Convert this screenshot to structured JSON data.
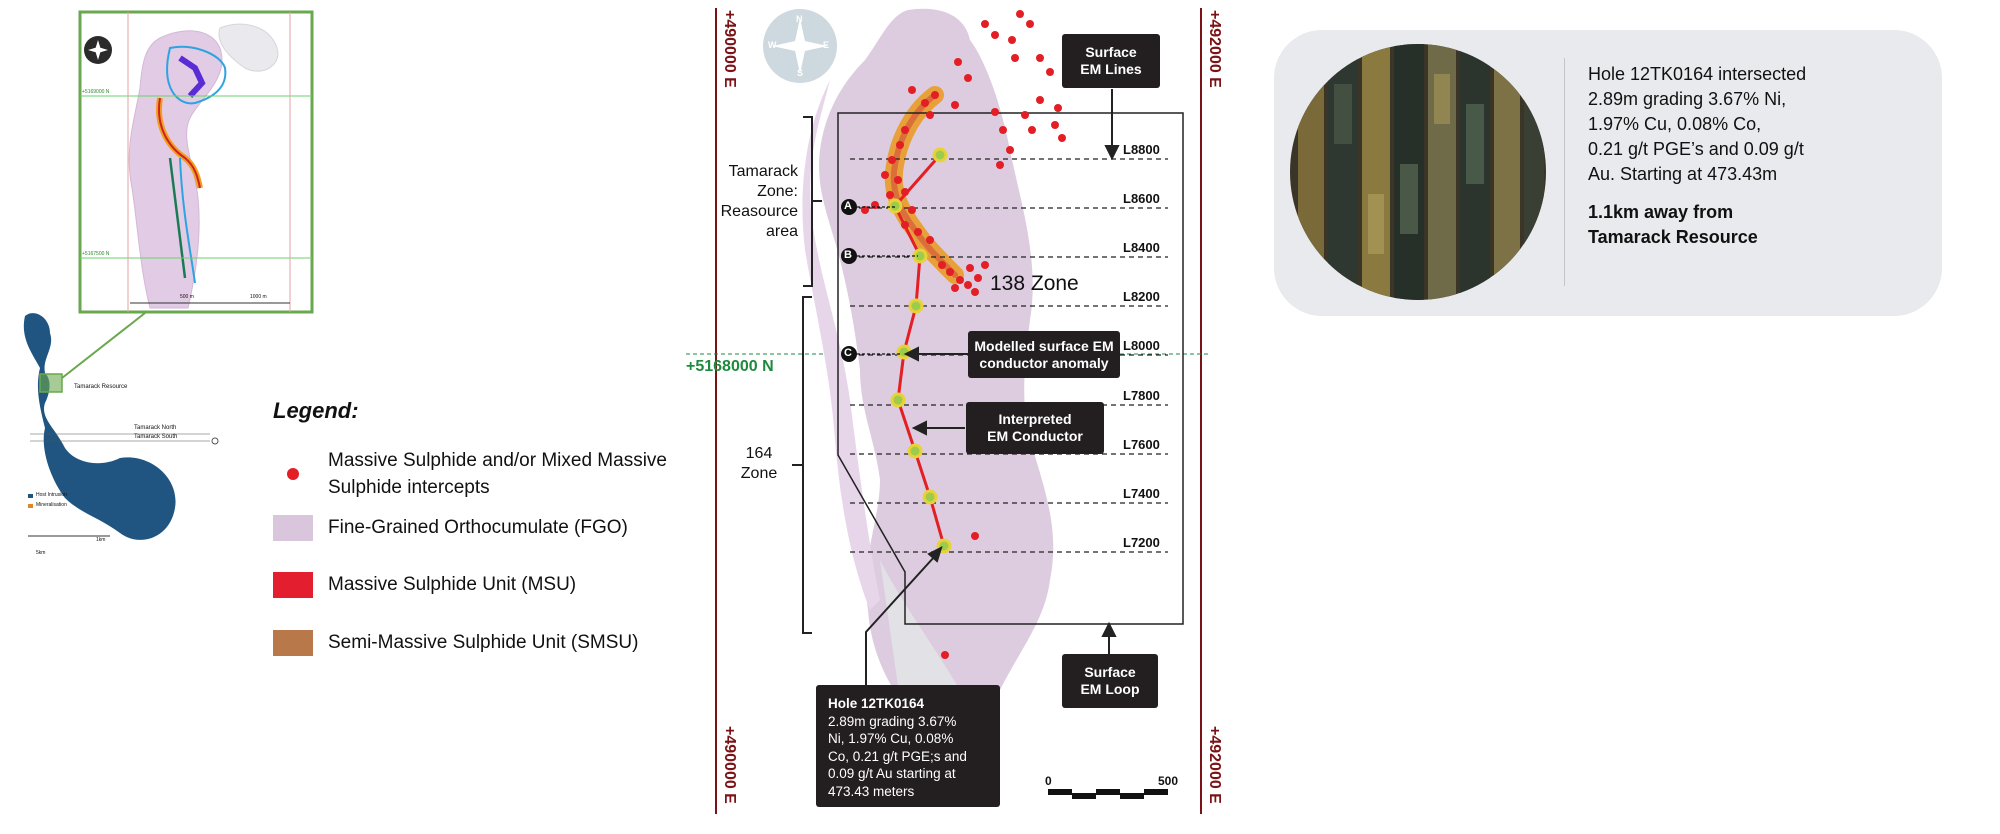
{
  "inset_map": {
    "north_label": "+5169000 N",
    "south_label": "+5167500 N",
    "resource_label": "Tamarack Resource",
    "north_zone_label": "Tamarack North",
    "south_zone_label": "Tamarack South",
    "legend_host": "Host Intrusion",
    "legend_mineral": "Mineralisation",
    "scale_left": "5km",
    "scale_right": "1km",
    "detail_scale_a": "500 m",
    "detail_scale_b": "1000 m"
  },
  "legend": {
    "title": "Legend:",
    "items": [
      {
        "label": "Massive Sulphide and/or Mixed Massive",
        "label2": "Sulphide intercepts",
        "color": "#e31e25"
      },
      {
        "label": "Fine-Grained Orthocumulate (FGO)",
        "color": "#d9c6dc"
      },
      {
        "label": "Massive Sulphide Unit (MSU)",
        "color": "#e31e2f"
      },
      {
        "label": "Semi-Massive Sulphide Unit (SMSU)",
        "color": "#b8784a"
      }
    ]
  },
  "main_map": {
    "coord_left_top": "+490000 E",
    "coord_left_bottom": "+490000 E",
    "coord_right_top": "+492000 E",
    "coord_right_bottom": "+492000 E",
    "northing": "+5168000 N",
    "compass": {
      "n": "N",
      "s": "S",
      "e": "E",
      "w": "W"
    },
    "tamarack_zone": [
      "Tamarack",
      "Zone:",
      "Reasource",
      "area"
    ],
    "zone_164": [
      "164",
      "Zone"
    ],
    "zone_138": "138 Zone",
    "markers": {
      "a": "A",
      "b": "B",
      "c": "C"
    },
    "lines": [
      "L8800",
      "L8600",
      "L8400",
      "L8200",
      "L8000",
      "L7800",
      "L7600",
      "L7400",
      "L7200"
    ],
    "surface_em_lines": [
      "Surface",
      "EM Lines"
    ],
    "modelled_anomaly": [
      "Modelled surface EM",
      "conductor anomaly"
    ],
    "interpreted": [
      "Interpreted",
      "EM Conductor"
    ],
    "surface_em_loop": [
      "Surface",
      "EM Loop"
    ],
    "hole_box": {
      "title": "Hole 12TK0164",
      "lines": [
        "2.89m grading 3.67%",
        "Ni, 1.97% Cu, 0.08%",
        "Co, 0.21 g/t PGE;s and",
        "0.09 g/t Au starting at",
        "473.43 meters"
      ]
    },
    "scale": {
      "start": "0",
      "end": "500"
    },
    "colors": {
      "coord": "#7a1216",
      "northing": "#1e8a3e",
      "fgo": "#d9c6dc",
      "msu": "#e31e25",
      "smsu": "#e8a03a"
    }
  },
  "card": {
    "lines": [
      "Hole 12TK0164 intersected",
      "2.89m grading 3.67% Ni,",
      "1.97% Cu, 0.08% Co,",
      "0.21 g/t PGE’s and 0.09 g/t",
      "Au. Starting at 473.43m"
    ],
    "bold_lines": [
      "1.1km away from",
      "Tamarack Resource"
    ]
  }
}
